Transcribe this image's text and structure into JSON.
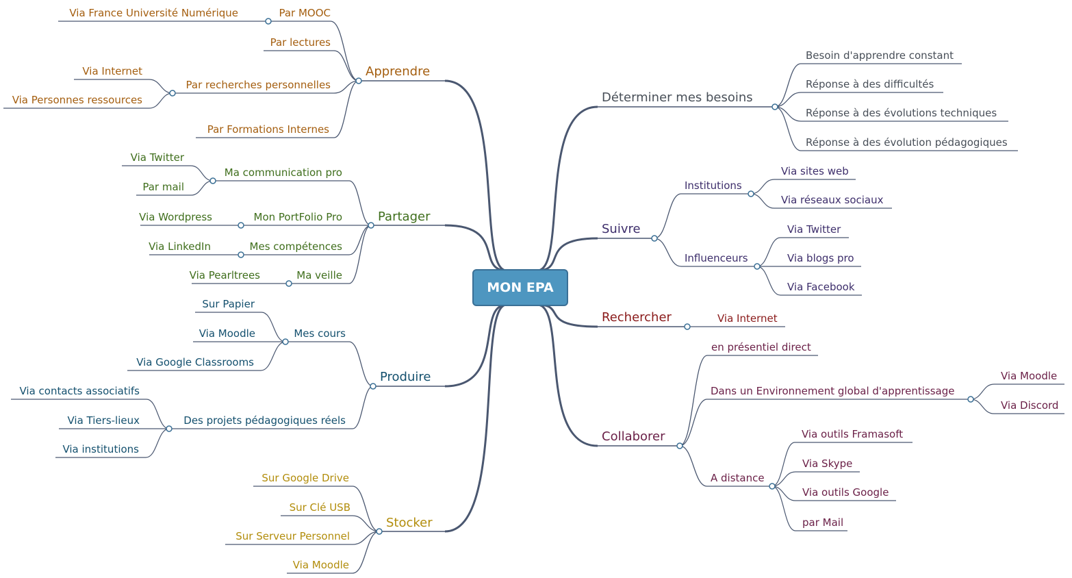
{
  "root": {
    "label": "MON EPA",
    "color": "#4e96c0"
  },
  "branches": [
    {
      "id": "apprendre",
      "label": "Apprendre",
      "color": "#a45e0f",
      "children": [
        {
          "label": "Par MOOC",
          "children": [
            {
              "label": "Via France Université Numérique"
            }
          ]
        },
        {
          "label": "Par lectures"
        },
        {
          "label": "Par recherches personnelles",
          "children": [
            {
              "label": "Via Internet"
            },
            {
              "label": "Via Personnes ressources"
            }
          ]
        },
        {
          "label": "Par Formations Internes"
        }
      ]
    },
    {
      "id": "partager",
      "label": "Partager",
      "color": "#3f6e1c",
      "children": [
        {
          "label": "Ma communication pro",
          "children": [
            {
              "label": "Via Twitter"
            },
            {
              "label": "Par mail"
            }
          ]
        },
        {
          "label": "Mon PortFolio Pro",
          "children": [
            {
              "label": "Via Wordpress"
            }
          ]
        },
        {
          "label": "Mes compétences",
          "children": [
            {
              "label": "Via LinkedIn"
            }
          ]
        },
        {
          "label": "Ma veille",
          "children": [
            {
              "label": "Via Pearltrees"
            }
          ]
        }
      ]
    },
    {
      "id": "produire",
      "label": "Produire",
      "color": "#14506e",
      "children": [
        {
          "label": "Mes cours",
          "children": [
            {
              "label": "Sur Papier"
            },
            {
              "label": "Via Moodle"
            },
            {
              "label": "Via Google Classrooms"
            }
          ]
        },
        {
          "label": "Des projets pédagogiques réels",
          "children": [
            {
              "label": "Via contacts associatifs"
            },
            {
              "label": "Via Tiers-lieux"
            },
            {
              "label": "Via institutions"
            }
          ]
        }
      ]
    },
    {
      "id": "stocker",
      "label": "Stocker",
      "color": "#b28d0c",
      "children": [
        {
          "label": "Sur Google Drive"
        },
        {
          "label": "Sur Clé USB"
        },
        {
          "label": "Sur Serveur Personnel"
        },
        {
          "label": "Via Moodle"
        }
      ]
    },
    {
      "id": "besoins",
      "label": "Déterminer mes besoins",
      "color": "#484f58",
      "children": [
        {
          "label": "Besoin d'apprendre constant"
        },
        {
          "label": "Réponse à des difficultés"
        },
        {
          "label": "Réponse à des évolutions techniques"
        },
        {
          "label": "Réponse à des évolution pédagogiques"
        }
      ]
    },
    {
      "id": "suivre",
      "label": "Suivre",
      "color": "#3d2e6b",
      "children": [
        {
          "label": "Institutions",
          "children": [
            {
              "label": "Via sites web"
            },
            {
              "label": "Via réseaux sociaux"
            }
          ]
        },
        {
          "label": "Influenceurs",
          "children": [
            {
              "label": "Via Twitter"
            },
            {
              "label": "Via blogs pro"
            },
            {
              "label": "Via Facebook"
            }
          ]
        }
      ]
    },
    {
      "id": "rechercher",
      "label": "Rechercher",
      "color": "#8a1a1a",
      "children": [
        {
          "label": "Via Internet"
        }
      ]
    },
    {
      "id": "collaborer",
      "label": "Collaborer",
      "color": "#6b2148",
      "children": [
        {
          "label": "en présentiel direct"
        },
        {
          "label": "Dans un Environnement global d'apprentissage",
          "children": [
            {
              "label": "Via Moodle"
            },
            {
              "label": "Via Discord"
            }
          ]
        },
        {
          "label": "A distance",
          "children": [
            {
              "label": "Via outils Framasoft"
            },
            {
              "label": "Via Skype"
            },
            {
              "label": "Via outils Google"
            },
            {
              "label": "par Mail"
            }
          ]
        }
      ]
    }
  ],
  "colors": {
    "main_link": "#4a5770",
    "node_fill": "#ffffff"
  }
}
